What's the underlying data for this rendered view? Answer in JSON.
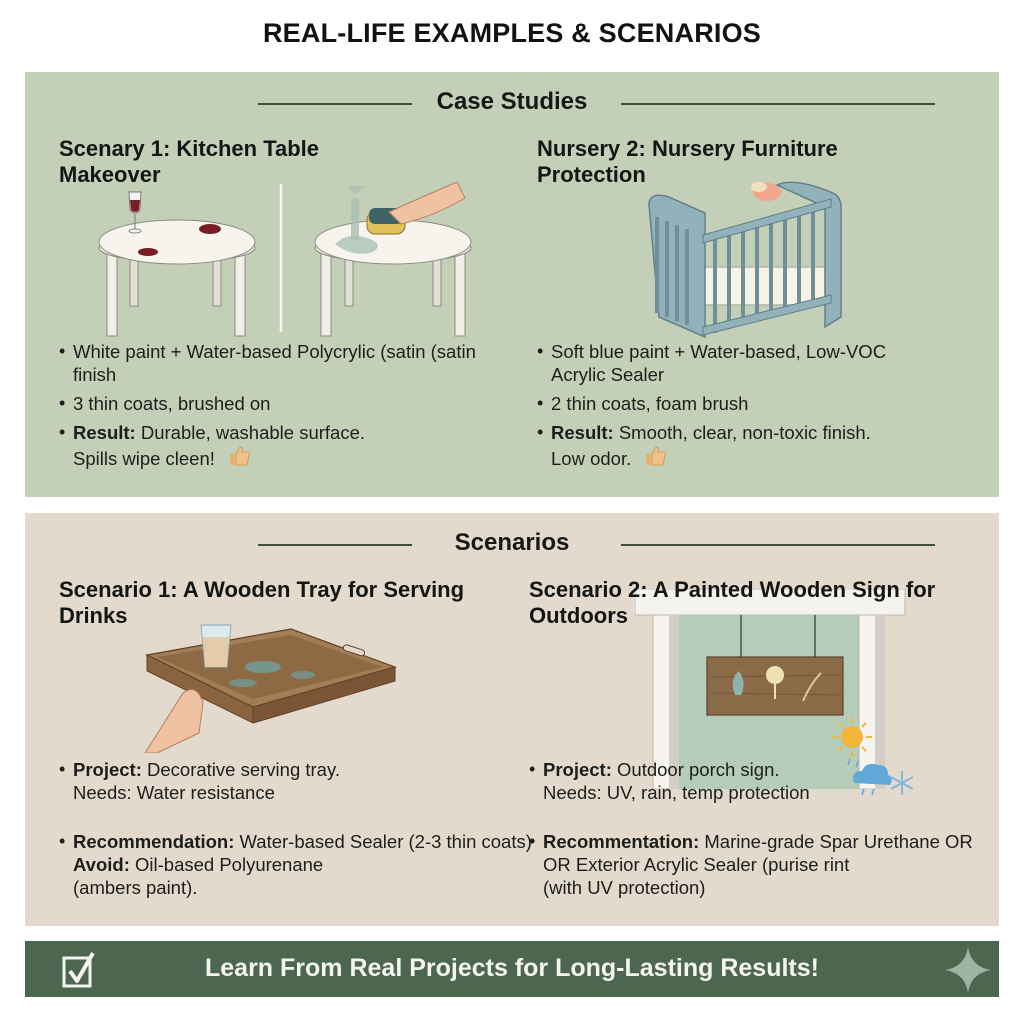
{
  "page": {
    "title": "REAL-LIFE EXAMPLES & SCENARIOS"
  },
  "case_studies": {
    "heading": "Case Studies",
    "background_color": "#c3d0b7",
    "cards": [
      {
        "title_line1": "Scenary 1: Kitchen Table",
        "title_line2": "Makeover",
        "illustration": "before-after-kitchen-table",
        "bullets": [
          {
            "bold": "",
            "text": "White paint + Water-based Polycrylic (satin (satin finish"
          },
          {
            "bold": "",
            "text": "3 thin coats, brushed on"
          },
          {
            "bold": "Result:",
            "text": "Durable, washable surface.",
            "text2": "Spills wipe cleen!",
            "icon": "thumbs-up-icon"
          }
        ]
      },
      {
        "title_line1": "Nursery 2: Nursery Furniture",
        "title_line2": "Protection",
        "illustration": "blue-crib",
        "bullets": [
          {
            "bold": "",
            "text": "Soft blue paint + Water-based, Low-VOC",
            "text2": "Acrylic Sealer"
          },
          {
            "bold": "",
            "text": "2 thin coats, foam brush"
          },
          {
            "bold": "Result:",
            "text": "Smooth, clear, non-toxic finish.",
            "text2": "Low odor.",
            "icon": "thumbs-up-icon"
          }
        ]
      }
    ]
  },
  "scenarios": {
    "heading": "Scenarios",
    "background_color": "#e3d9cc",
    "cards": [
      {
        "title_line1": "Scenario 1: A Wooden Tray for Serving",
        "title_line2": "Drinks",
        "illustration": "wooden-serving-tray",
        "bullets": [
          {
            "bold": "Project:",
            "text": "Decorative serving tray.",
            "text2": "Needs: Water resistance"
          },
          {
            "bold": "Recommendation:",
            "text": "Water-based Sealer (2-3 thin coats)",
            "bold2": "Avoid:",
            "text2": "Oil-based Polyurenane",
            "text3": "(ambers paint)."
          }
        ]
      },
      {
        "title_line1": "Scenario 2: A Painted Wooden Sign for",
        "title_line2": "Outdoors",
        "illustration": "porch-sign",
        "weather_icons": [
          "sun-icon",
          "rain-cloud-icon",
          "snowflake-icon"
        ],
        "bullets": [
          {
            "bold": "Project:",
            "text": "Outdoor porch sign.",
            "text2": "Needs: UV, rain, temp protection"
          },
          {
            "bold": "Recommentation:",
            "text": "Marine-grade Spar Urethane OR",
            "text2": "OR Exterior Acrylic Sealer (purise rint",
            "text3": "(with UV protection)"
          }
        ]
      }
    ]
  },
  "banner": {
    "text": "Learn From Real Projects for Long-Lasting Results!",
    "background_color": "#4c6650",
    "left_icon": "checkbox-checked-icon",
    "right_icon": "sparkle-icon"
  }
}
